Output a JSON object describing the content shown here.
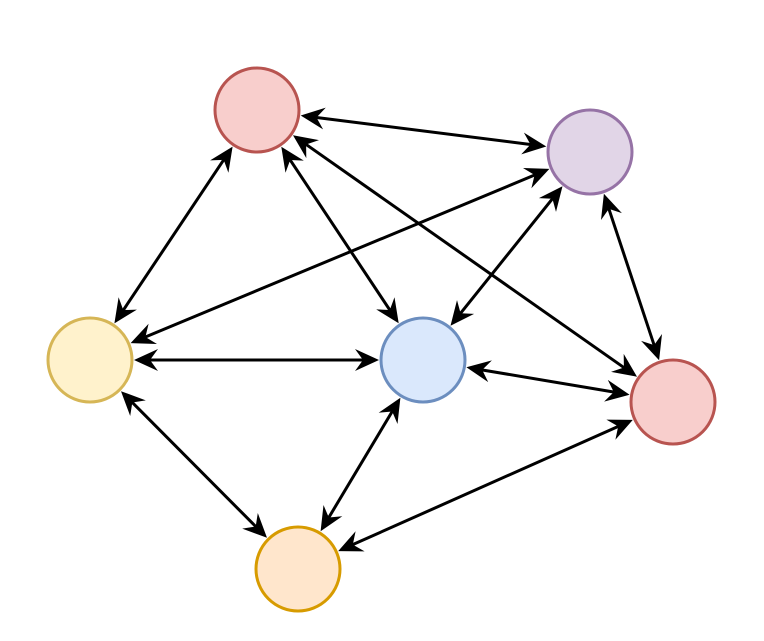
{
  "diagram": {
    "background": "#ffffff",
    "edge_color": "#000000",
    "nodes": [
      {
        "id": "top-red",
        "fill": "#f8cecc",
        "stroke": "#b85450"
      },
      {
        "id": "purple",
        "fill": "#e1d5e7",
        "stroke": "#9673a6"
      },
      {
        "id": "yellow",
        "fill": "#fff2cc",
        "stroke": "#d6b656"
      },
      {
        "id": "blue",
        "fill": "#dae8fc",
        "stroke": "#6c8ebf"
      },
      {
        "id": "right-red",
        "fill": "#f8cecc",
        "stroke": "#b85450"
      },
      {
        "id": "orange",
        "fill": "#ffe6cc",
        "stroke": "#d79b00"
      }
    ],
    "edges": [
      {
        "from": "top-red",
        "to": "purple",
        "direction": "both"
      },
      {
        "from": "top-red",
        "to": "yellow",
        "direction": "both"
      },
      {
        "from": "top-red",
        "to": "blue",
        "direction": "both"
      },
      {
        "from": "top-red",
        "to": "right-red",
        "direction": "both"
      },
      {
        "from": "purple",
        "to": "yellow",
        "direction": "both"
      },
      {
        "from": "purple",
        "to": "blue",
        "direction": "both"
      },
      {
        "from": "purple",
        "to": "right-red",
        "direction": "both"
      },
      {
        "from": "yellow",
        "to": "blue",
        "direction": "both"
      },
      {
        "from": "yellow",
        "to": "orange",
        "direction": "both"
      },
      {
        "from": "blue",
        "to": "orange",
        "direction": "both"
      },
      {
        "from": "blue",
        "to": "right-red",
        "direction": "both"
      },
      {
        "from": "orange",
        "to": "right-red",
        "direction": "both"
      }
    ]
  }
}
